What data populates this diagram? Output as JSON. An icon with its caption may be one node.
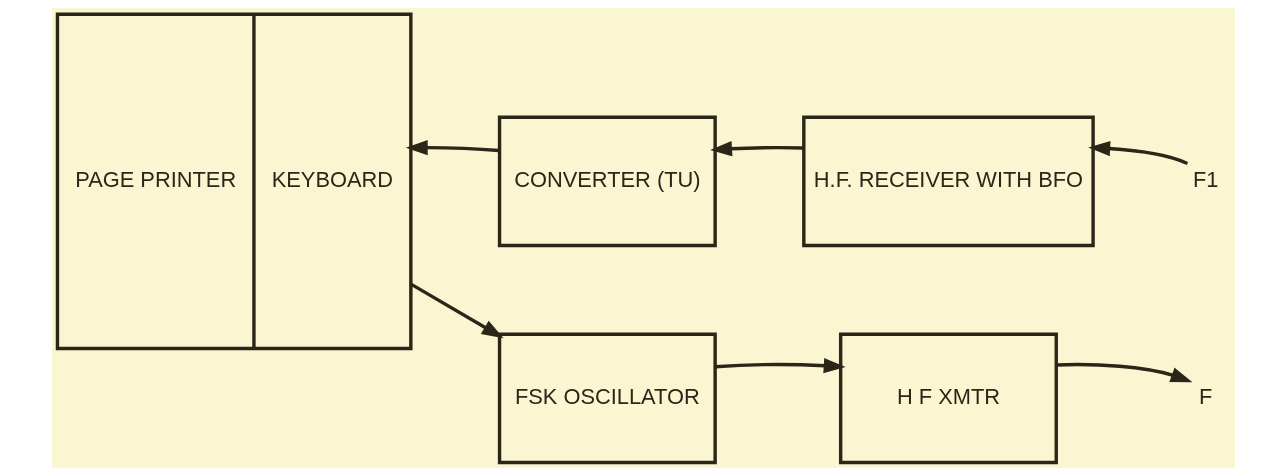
{
  "diagram": {
    "nodes": [
      {
        "text": [
          "PAGE PRINTER",
          "KEYBOARD"
        ]
      },
      {
        "text": [
          "CONVERTER (TU)"
        ]
      },
      {
        "text": [
          "H.F. RECEIVER WITH BFO"
        ]
      },
      {
        "text": [
          "FSK OSCILLATOR"
        ]
      },
      {
        "text": [
          "H F XMTR"
        ]
      },
      {
        "text": [
          "F1"
        ]
      },
      {
        "text": [
          "F"
        ]
      }
    ],
    "edges": [
      {
        "from": 2,
        "to": 1,
        "arrow": "to"
      },
      {
        "from": 1,
        "to": 0,
        "arrow": "to"
      },
      {
        "from": 0,
        "to": 3,
        "arrow": "to"
      },
      {
        "from": 3,
        "to": 4,
        "arrow": "to"
      },
      {
        "from": 5,
        "to": 2,
        "arrow": "to"
      },
      {
        "from": 4,
        "to": 6,
        "arrow": "to"
      }
    ]
  }
}
